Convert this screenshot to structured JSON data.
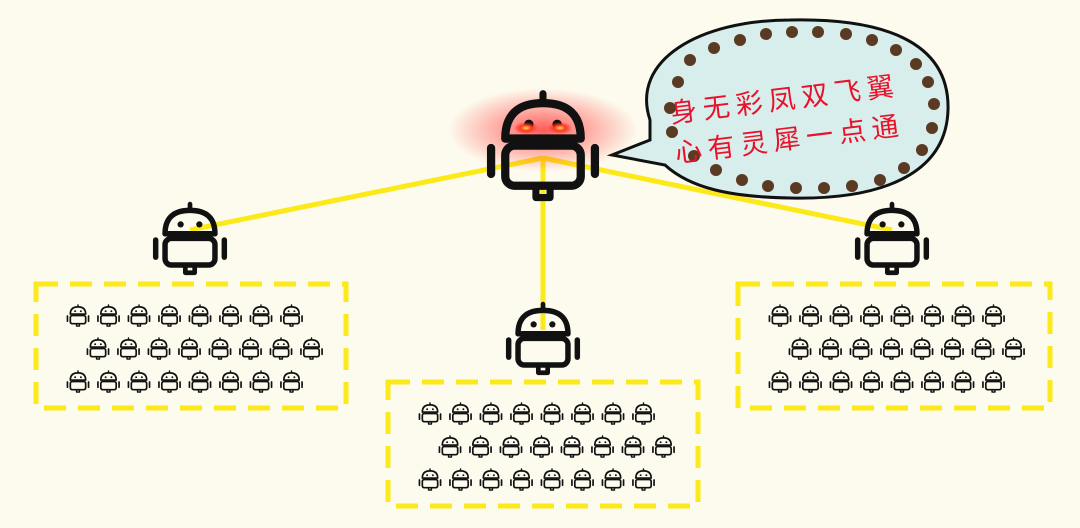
{
  "speech_bubble": {
    "lines": [
      "身无彩凤双飞翼",
      "心有灵犀一点通"
    ],
    "text_color": "#e8132b",
    "fill": "#d8eeec",
    "dot_color": "#5a3a22"
  },
  "colors": {
    "background": "#fdfbee",
    "connector": "#fbe91a",
    "group_border": "#fbe91a",
    "robot": "#111111",
    "leader_eye_glow": "#ff2020"
  },
  "icons": {
    "leader": "robot-leader-icon",
    "sub_leader": "robot-icon",
    "member": "small-robot-icon"
  },
  "groups": [
    {
      "name": "left",
      "member_rows": [
        8,
        8,
        8
      ]
    },
    {
      "name": "center",
      "member_rows": [
        8,
        8,
        8
      ]
    },
    {
      "name": "right",
      "member_rows": [
        8,
        8,
        8
      ]
    }
  ]
}
